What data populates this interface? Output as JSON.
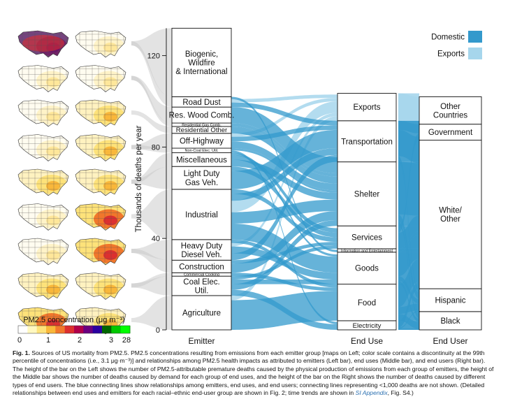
{
  "chart_data": {
    "type": "sankey",
    "ylabel": "Thousands of deaths per year",
    "y_ticks": [
      0,
      40,
      80,
      120
    ],
    "ylim": [
      0,
      132
    ],
    "columns": [
      "Emitter",
      "End Use",
      "End User"
    ],
    "legend": {
      "position": "top-right",
      "items": [
        {
          "label": "Domestic",
          "color": "#3399cc"
        },
        {
          "label": "Exports",
          "color": "#a6d6ec"
        }
      ]
    },
    "emitters": [
      {
        "name": "Agriculture",
        "value": 15.0
      },
      {
        "name": "Coal Elec. Util.",
        "value": 8.5
      },
      {
        "name": "Commercial Cooking",
        "value": 1.5
      },
      {
        "name": "Construction",
        "value": 5.5
      },
      {
        "name": "Heavy Duty Diesel Veh.",
        "value": 9.0
      },
      {
        "name": "Industrial",
        "value": 22.0
      },
      {
        "name": "Light Duty Gas Veh.",
        "value": 10.0
      },
      {
        "name": "Miscellaneous",
        "value": 6.0
      },
      {
        "name": "Non-Coal Elec. Util.",
        "value": 2.0
      },
      {
        "name": "Off-Highway",
        "value": 6.5
      },
      {
        "name": "Residential Other",
        "value": 3.0
      },
      {
        "name": "Residential Gas Comb.",
        "value": 1.5
      },
      {
        "name": "Res. Wood Comb.",
        "value": 7.0
      },
      {
        "name": "Road Dust",
        "value": 4.5
      },
      {
        "name": "Biogenic, Wildfire & International",
        "value": 30.0
      }
    ],
    "end_uses": [
      {
        "name": "Electricity",
        "value": 4.0
      },
      {
        "name": "Food",
        "value": 16.0
      },
      {
        "name": "Goods",
        "value": 14.0
      },
      {
        "name": "Information and Entertainment",
        "value": 1.5
      },
      {
        "name": "Services",
        "value": 10.0
      },
      {
        "name": "Shelter",
        "value": 28.0
      },
      {
        "name": "Transportation",
        "value": 18.0
      },
      {
        "name": "Exports",
        "value": 12.0
      }
    ],
    "end_users": [
      {
        "name": "Black",
        "value": 8.0
      },
      {
        "name": "Hispanic",
        "value": 10.0
      },
      {
        "name": "White/ Other",
        "value": 65.0
      },
      {
        "name": "Government",
        "value": 7.0
      },
      {
        "name": "Other Countries",
        "value": 12.0
      }
    ],
    "emitter_to_enduse": [
      [
        "Agriculture",
        "Food",
        13.0,
        "Domestic"
      ],
      [
        "Agriculture",
        "Exports",
        2.0,
        "Exports"
      ],
      [
        "Coal Elec. Util.",
        "Electricity",
        2.5,
        "Domestic"
      ],
      [
        "Coal Elec. Util.",
        "Shelter",
        2.5,
        "Domestic"
      ],
      [
        "Coal Elec. Util.",
        "Goods",
        2.0,
        "Domestic"
      ],
      [
        "Coal Elec. Util.",
        "Services",
        1.5,
        "Domestic"
      ],
      [
        "Commercial Cooking",
        "Food",
        1.5,
        "Domestic"
      ],
      [
        "Construction",
        "Shelter",
        4.0,
        "Domestic"
      ],
      [
        "Construction",
        "Services",
        1.5,
        "Domestic"
      ],
      [
        "Heavy Duty Diesel Veh.",
        "Transportation",
        3.0,
        "Domestic"
      ],
      [
        "Heavy Duty Diesel Veh.",
        "Goods",
        3.0,
        "Domestic"
      ],
      [
        "Heavy Duty Diesel Veh.",
        "Exports",
        1.5,
        "Exports"
      ],
      [
        "Heavy Duty Diesel Veh.",
        "Food",
        1.5,
        "Domestic"
      ],
      [
        "Industrial",
        "Goods",
        7.0,
        "Domestic"
      ],
      [
        "Industrial",
        "Shelter",
        5.0,
        "Domestic"
      ],
      [
        "Industrial",
        "Exports",
        5.0,
        "Exports"
      ],
      [
        "Industrial",
        "Transportation",
        3.0,
        "Domestic"
      ],
      [
        "Industrial",
        "Services",
        2.0,
        "Domestic"
      ],
      [
        "Light Duty Gas Veh.",
        "Transportation",
        8.0,
        "Domestic"
      ],
      [
        "Light Duty Gas Veh.",
        "Services",
        2.0,
        "Domestic"
      ],
      [
        "Miscellaneous",
        "Shelter",
        3.0,
        "Domestic"
      ],
      [
        "Miscellaneous",
        "Services",
        2.0,
        "Domestic"
      ],
      [
        "Miscellaneous",
        "Goods",
        1.0,
        "Domestic"
      ],
      [
        "Non-Coal Elec. Util.",
        "Electricity",
        1.0,
        "Domestic"
      ],
      [
        "Non-Coal Elec. Util.",
        "Shelter",
        1.0,
        "Domestic"
      ],
      [
        "Off-Highway",
        "Shelter",
        3.0,
        "Domestic"
      ],
      [
        "Off-Highway",
        "Transportation",
        2.0,
        "Domestic"
      ],
      [
        "Off-Highway",
        "Exports",
        1.5,
        "Exports"
      ],
      [
        "Residential Other",
        "Shelter",
        3.0,
        "Domestic"
      ],
      [
        "Residential Gas Comb.",
        "Shelter",
        1.5,
        "Domestic"
      ],
      [
        "Res. Wood Comb.",
        "Shelter",
        7.0,
        "Domestic"
      ],
      [
        "Road Dust",
        "Transportation",
        2.0,
        "Domestic"
      ],
      [
        "Road Dust",
        "Exports",
        1.5,
        "Exports"
      ],
      [
        "Road Dust",
        "Information and Entertainment",
        1.0,
        "Domestic"
      ]
    ],
    "enduse_to_enduser": [
      [
        "Electricity",
        "Black",
        0.5
      ],
      [
        "Electricity",
        "Hispanic",
        0.5
      ],
      [
        "Electricity",
        "White/ Other",
        3.0
      ],
      [
        "Food",
        "Black",
        3.0
      ],
      [
        "Food",
        "Hispanic",
        3.0
      ],
      [
        "Food",
        "White/ Other",
        10.0
      ],
      [
        "Goods",
        "Black",
        1.5
      ],
      [
        "Goods",
        "Hispanic",
        2.0
      ],
      [
        "Goods",
        "White/ Other",
        10.5
      ],
      [
        "Information and Entertainment",
        "White/ Other",
        1.5
      ],
      [
        "Services",
        "White/ Other",
        7.0
      ],
      [
        "Services",
        "Government",
        3.0
      ],
      [
        "Shelter",
        "Black",
        2.0
      ],
      [
        "Shelter",
        "Hispanic",
        3.0
      ],
      [
        "Shelter",
        "White/ Other",
        23.0
      ],
      [
        "Transportation",
        "Black",
        1.0
      ],
      [
        "Transportation",
        "Hispanic",
        1.5
      ],
      [
        "Transportation",
        "White/ Other",
        11.5
      ],
      [
        "Transportation",
        "Government",
        4.0
      ],
      [
        "Exports",
        "Other Countries",
        12.0
      ]
    ],
    "map_colorbar": {
      "label": "PM2.5 concentration (μg m⁻³)",
      "ticks": [
        "0",
        "1",
        "2",
        "3",
        "28"
      ],
      "colors": [
        "#ffffff",
        "#fff8c0",
        "#fde27a",
        "#f9b73a",
        "#f1772b",
        "#dc2f2f",
        "#b0004a",
        "#6a0080",
        "#2a00a0",
        "#006600",
        "#00c800",
        "#00ff00"
      ]
    }
  },
  "text": {
    "bar_labels": {
      "biogenic": [
        "Biogenic,",
        "Wildfire",
        "& International"
      ],
      "road_dust": [
        "Road Dust"
      ],
      "res_wood": [
        "Res. Wood Comb."
      ],
      "res_gas": [
        "Residential Gas Comb."
      ],
      "res_other": [
        "Residential Other"
      ],
      "off_highway": [
        "Off-Highway"
      ],
      "non_coal": [
        "Non-Coal Elec. Util."
      ],
      "misc": [
        "Miscellaneous"
      ],
      "ldgv": [
        "Light Duty",
        "Gas Veh."
      ],
      "industrial": [
        "Industrial"
      ],
      "hddv": [
        "Heavy Duty",
        "Diesel Veh."
      ],
      "construction": [
        "Construction"
      ],
      "comm_cooking": [
        "Commercial Cooking"
      ],
      "coal": [
        "Coal Elec.",
        "Util."
      ],
      "agriculture": [
        "Agriculture"
      ],
      "exports": [
        "Exports"
      ],
      "transportation": [
        "Transportation"
      ],
      "shelter": [
        "Shelter"
      ],
      "services": [
        "Services"
      ],
      "info": [
        "Information and Entertainment"
      ],
      "goods": [
        "Goods"
      ],
      "food": [
        "Food"
      ],
      "electricity": [
        "Electricity"
      ],
      "other_countries": [
        "Other",
        "Countries"
      ],
      "government": [
        "Government"
      ],
      "white": [
        "White/",
        "Other"
      ],
      "hispanic": [
        "Hispanic"
      ],
      "black": [
        "Black"
      ]
    },
    "caption": {
      "fig": "Fig. 1.",
      "body": "Sources of US mortality from PM2.5. PM2.5 concentrations resulting from emissions from each emitter group [maps on Left; color scale contains a discontinuity at the 99th percentile of concentrations (i.e., 3.1 μg·m⁻³)] and relationships among PM2.5 health impacts as attributed to emitters (Left bar), end uses (Middle bar), and end users (Right bar). The height of the bar on the Left shows the number of PM2.5-attributable premature deaths caused by the physical production of emissions from each group of emitters, the height of the Middle bar shows the number of deaths caused by demand for each group of end uses, and the height of the bar on the Right shows the number of deaths caused by different types of end users. The blue connecting lines show relationships among emitters, end uses, and end users; connecting lines representing <1,000 deaths are not shown. (Detailed relationships between end uses and emitters for each racial–ethnic end-user group are shown in Fig. 2; time trends are shown in ",
      "si_link": "SI Appendix",
      "tail": ", Fig. S4.)"
    }
  }
}
